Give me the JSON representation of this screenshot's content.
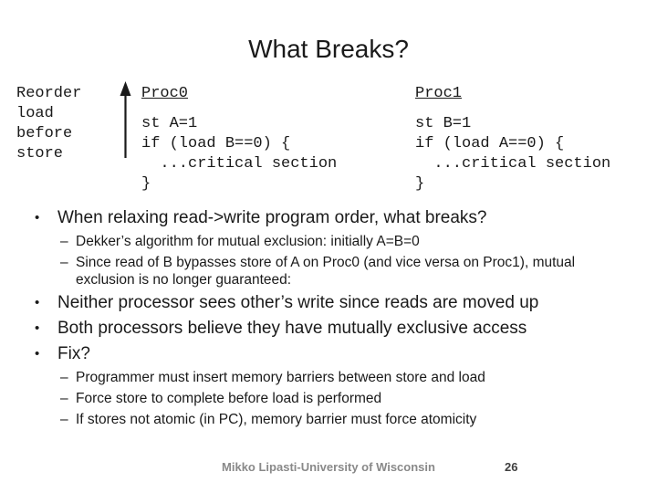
{
  "slide": {
    "title": "What Breaks?",
    "footer": {
      "credit": "Mikko Lipasti-University of Wisconsin",
      "page_number": "26"
    }
  },
  "diagram": {
    "side_note": {
      "lines": [
        "Reorder",
        "load",
        "before",
        "store"
      ]
    },
    "arrow_icon": "up-arrow-icon",
    "processors": [
      {
        "heading": "Proc0",
        "code_lines": [
          "st A=1",
          "if (load B==0) {",
          "  ...critical section",
          "}"
        ]
      },
      {
        "heading": "Proc1",
        "code_lines": [
          "st B=1",
          "if (load A==0) {",
          "  ...critical section",
          "}"
        ]
      }
    ]
  },
  "bullets": [
    {
      "level": 1,
      "text": "When relaxing read->write program order, what breaks?"
    },
    {
      "level": 2,
      "text": "Dekker’s algorithm for mutual exclusion: initially A=B=0"
    },
    {
      "level": 2,
      "text": "Since read of B bypasses store of A on Proc0 (and vice versa on Proc1), mutual exclusion is no longer guaranteed:"
    },
    {
      "level": 1,
      "text": "Neither processor sees other’s write since reads are moved up"
    },
    {
      "level": 1,
      "text": "Both processors believe they have mutually exclusive access"
    },
    {
      "level": 1,
      "text": "Fix?"
    },
    {
      "level": 2,
      "text": "Programmer must insert memory barriers between store and load"
    },
    {
      "level": 2,
      "text": "Force store to complete before load is performed"
    },
    {
      "level": 2,
      "text": "If stores not atomic (in PC), memory barrier must force atomicity"
    }
  ],
  "colors": {
    "background": "#ffffff",
    "text": "#1a1a1a",
    "footer_credit": "#898989",
    "page_number": "#404040"
  }
}
